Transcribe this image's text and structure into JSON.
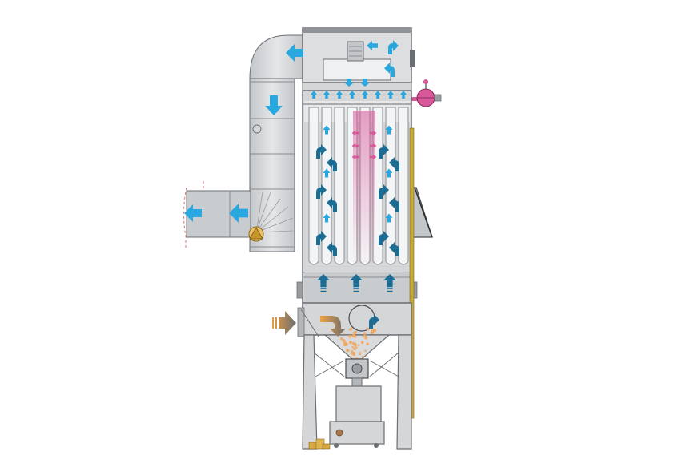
{
  "diagram": {
    "components": [
      {
        "name": "fan-housing",
        "icon": "fan-motor-icon"
      },
      {
        "name": "exhaust-duct",
        "icon": "duct-icon"
      },
      {
        "name": "compressed-air-header",
        "icon": "air-tank-icon"
      },
      {
        "name": "filter-bags",
        "icon": "filter-bag-icon"
      },
      {
        "name": "inlet-hopper",
        "icon": "hopper-icon"
      },
      {
        "name": "rotary-valve",
        "icon": "valve-icon"
      },
      {
        "name": "dust-collection-bin",
        "icon": "bin-icon"
      },
      {
        "name": "explosion-vent",
        "icon": "vent-icon"
      }
    ],
    "flows": [
      {
        "name": "dirty-air-inlet",
        "color": "#f0a040"
      },
      {
        "name": "filtered-air-upflow",
        "color": "#1b6d94"
      },
      {
        "name": "clean-air-exhaust",
        "color": "#29a8e0"
      },
      {
        "name": "pulse-cleaning-jet",
        "color": "#d8589a"
      },
      {
        "name": "dust-fall",
        "color": "#f2a65a"
      }
    ],
    "colors": {
      "steel": "#d4d6d8",
      "steel_dark": "#a8abae",
      "outline": "#6b6e72",
      "clean_air": "#29a8e0",
      "process_air": "#1b6d94",
      "pulse": "#d8589a",
      "dust": "#f2a65a",
      "side_rail": "#c9a93a"
    }
  }
}
